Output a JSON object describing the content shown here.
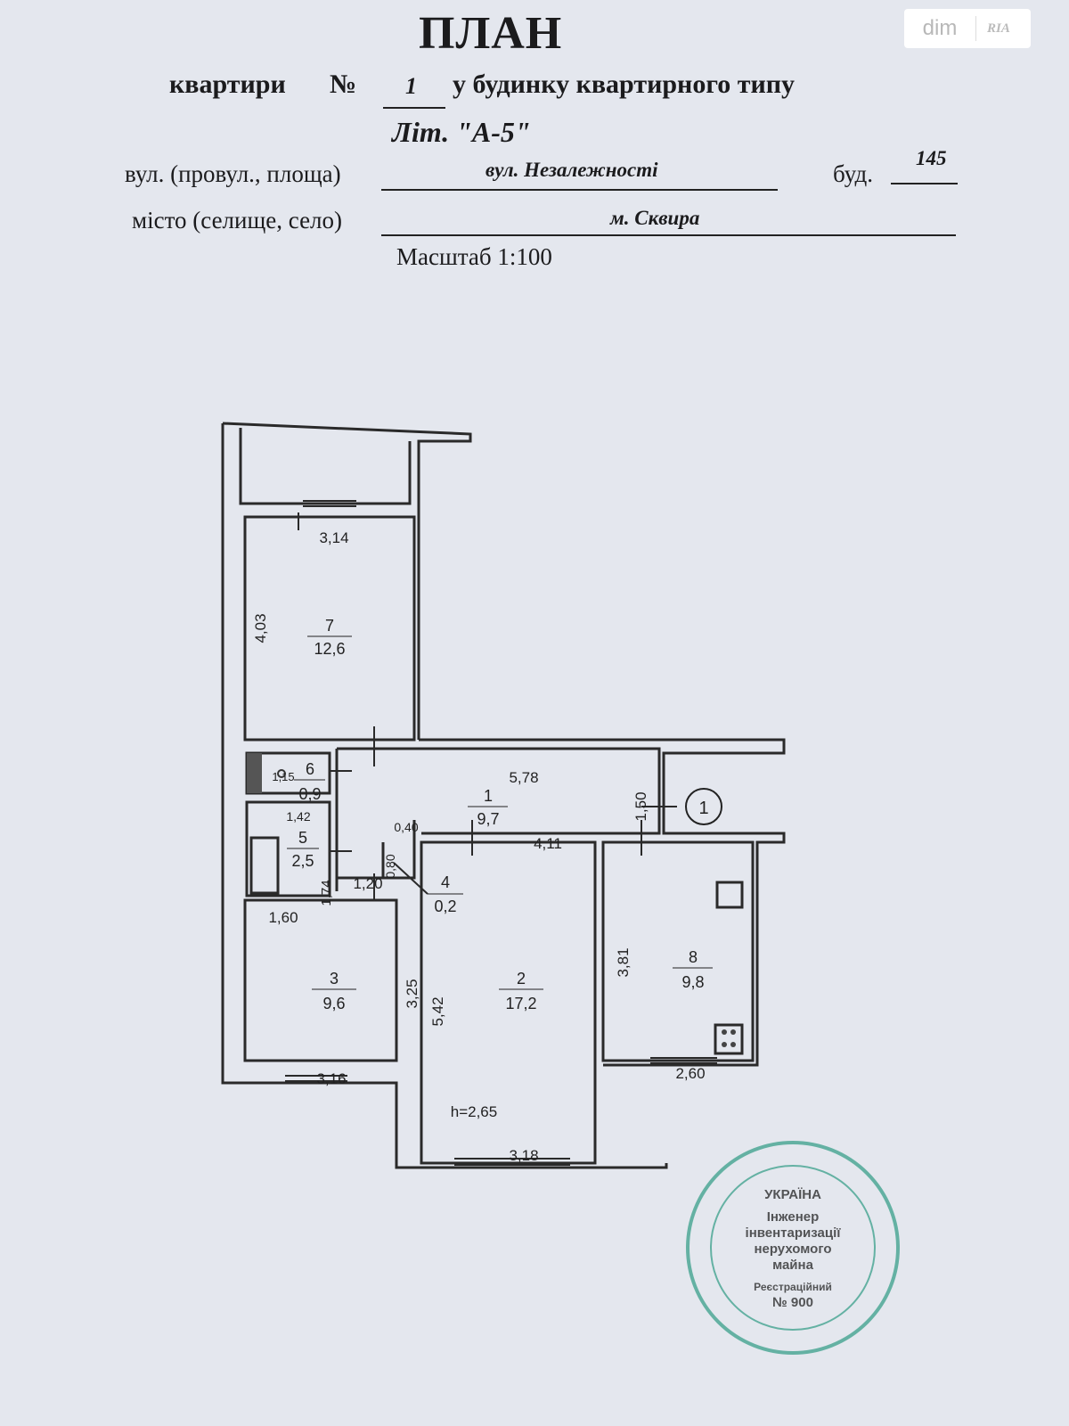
{
  "header": {
    "title": "ПЛАН",
    "apartment_label": "квартири",
    "number_sign": "№",
    "apartment_number": "1",
    "building_type": "у будинку квартирного типу",
    "litera": "Літ.  \"А-5\"",
    "street_label": "вул. (провул., площа)",
    "street_value": "вул. Незалежності",
    "building_label": "буд.",
    "building_value": "145",
    "city_label": "місто (селище, село)",
    "city_value": "м. Сквира",
    "scale": "Масштаб 1:100"
  },
  "watermark": {
    "left": "dim",
    "right": "RIA"
  },
  "plan": {
    "rooms": [
      {
        "number": "1",
        "area": "9,7"
      },
      {
        "number": "2",
        "area": "17,2"
      },
      {
        "number": "3",
        "area": "9,6"
      },
      {
        "number": "4",
        "area": "0,2"
      },
      {
        "number": "5",
        "area": "2,5"
      },
      {
        "number": "6",
        "area": "0,9"
      },
      {
        "number": "7",
        "area": "12,6"
      },
      {
        "number": "8",
        "area": "9,8"
      }
    ],
    "dimensions": {
      "d314": "3,14",
      "d403": "4,03",
      "d578": "5,78",
      "d150": "1,50",
      "d115": "1,15",
      "d142": "1,42",
      "d040": "0,40",
      "d080": "0,80",
      "d411": "4,11",
      "d174": "1,74",
      "d120": "1,20",
      "d160": "1,60",
      "d325": "3,25",
      "d542": "5,42",
      "d381": "3,81",
      "d316": "3,16",
      "d260": "2,60",
      "d318": "3,18"
    },
    "ceiling_height": "h=2,65",
    "entrance_marker": "1"
  },
  "stamp": {
    "lines": [
      "УКРАЇНА",
      "Інженер",
      "інвентаризації",
      "нерухомого",
      "майна",
      "Реєстраційний",
      "№ 900"
    ]
  }
}
